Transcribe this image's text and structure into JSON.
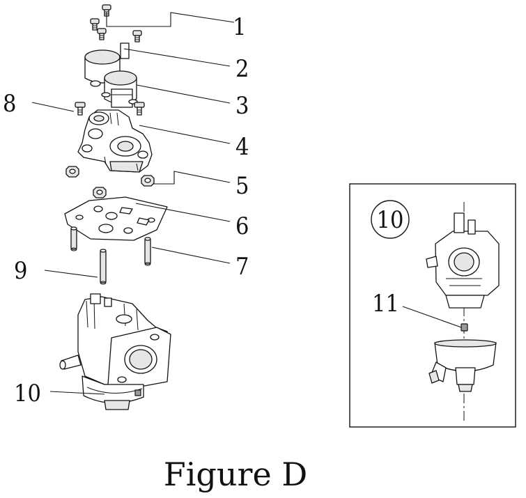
{
  "figure": {
    "caption": "Figure D",
    "callouts": {
      "c1": "1",
      "c2": "2",
      "c3": "3",
      "c4": "4",
      "c5": "5",
      "c6": "6",
      "c7": "7",
      "c8": "8",
      "c9": "9",
      "c10": "10",
      "c11": "11",
      "inset_ref": "10"
    }
  }
}
